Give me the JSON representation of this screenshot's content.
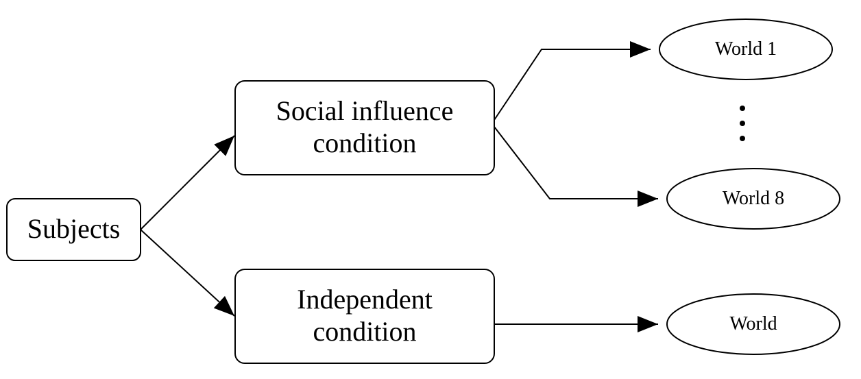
{
  "nodes": {
    "subjects": "Subjects",
    "social_influence": [
      "Social influence",
      "condition"
    ],
    "independent": [
      "Independent",
      "condition"
    ],
    "world_1": "World 1",
    "world_8": "World 8",
    "world": "World"
  }
}
